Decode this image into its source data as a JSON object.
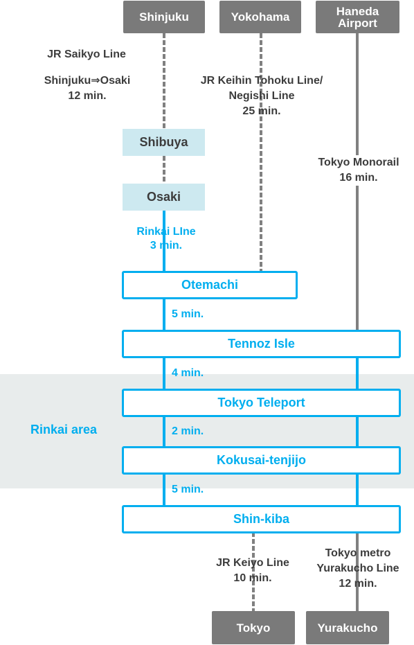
{
  "origins": {
    "shinjuku": "Shinjuku",
    "yokohama": "Yokohama",
    "haneda_line1": "Haneda",
    "haneda_line2": "Airport"
  },
  "transfer_stations": {
    "shibuya": "Shibuya",
    "osaki": "Osaki"
  },
  "saikyo": {
    "line": "JR Saikyo Line",
    "route": "Shinjuku⇒Osaki",
    "time": "12 min."
  },
  "keihin": {
    "line1": "JR Keihin Tohoku Line/",
    "line2": "Negishi Line",
    "time": "25 min."
  },
  "monorail": {
    "line": "Tokyo Monorail",
    "time": "16 min."
  },
  "rinkai": {
    "line": "Rinkai LIne",
    "time": "3 min."
  },
  "stations": [
    "Otemachi",
    "Tennoz Isle",
    "Tokyo Teleport",
    "Kokusai-tenjijo",
    "Shin-kiba"
  ],
  "segment_times": [
    "5 min.",
    "4 min.",
    "2 min.",
    "5 min."
  ],
  "area_label": "Rinkai area",
  "keiyo": {
    "line": "JR Keiyo Line",
    "time": "10 min."
  },
  "yurakucho_line": {
    "line1": "Tokyo metro",
    "line2": "Yurakucho Line",
    "time": "12 min."
  },
  "destinations": {
    "tokyo": "Tokyo",
    "yurakucho": "Yurakucho"
  }
}
